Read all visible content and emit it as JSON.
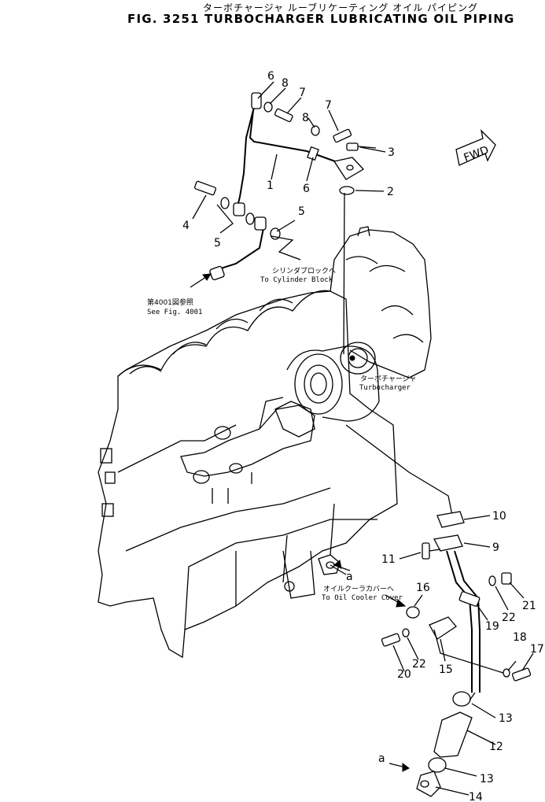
{
  "title_jp": "ターボチャージャ ルーブリケーティング オイル パイピング",
  "title_en": "FIG. 3251  TURBOCHARGER LUBRICATING OIL PIPING",
  "fwd_label": "FWD",
  "callouts": {
    "to_cylinder_block_jp": "シリンダブロックへ",
    "to_cylinder_block_en": "To Cylinder Block",
    "see_fig_jp": "第4001図参照",
    "see_fig_en": "See Fig. 4001",
    "turbocharger_jp": "ターボチャージャ",
    "turbocharger_en": "Turbocharger",
    "to_oil_cooler_jp": "オイルクーラカバーへ",
    "to_oil_cooler_en": "To Oil Cooler Cover"
  },
  "parts": {
    "p1": "1",
    "p2": "2",
    "p3": "3",
    "p4": "4",
    "p5a": "5",
    "p5b": "5",
    "p6a": "6",
    "p6b": "6",
    "p7a": "7",
    "p7b": "7",
    "p8a": "8",
    "p8b": "8",
    "p9": "9",
    "p10": "10",
    "p11": "11",
    "p12": "12",
    "p13a": "13",
    "p13b": "13",
    "p14": "14",
    "p15": "15",
    "p16": "16",
    "p17": "17",
    "p18": "18",
    "p19": "19",
    "p20": "20",
    "p21": "21",
    "p22a": "22",
    "p22b": "22"
  },
  "connector_labels": {
    "a1": "a",
    "a2": "a"
  }
}
